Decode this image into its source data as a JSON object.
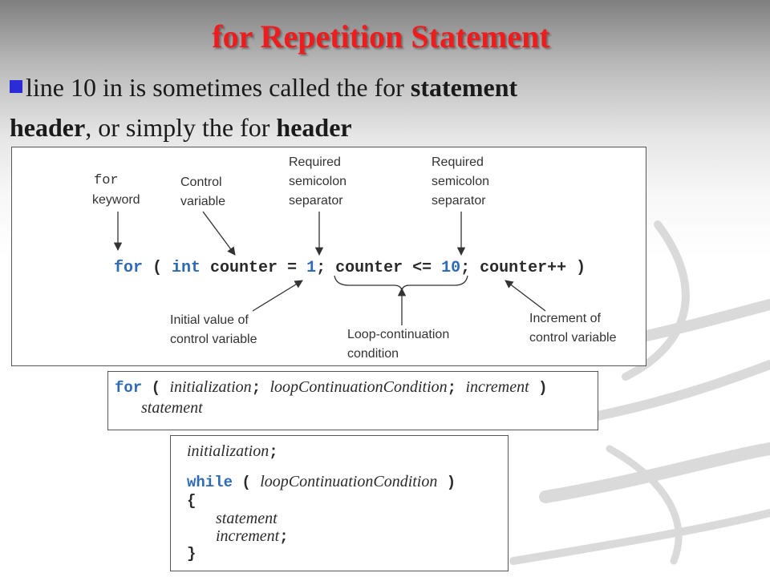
{
  "slide": {
    "title": "for Repetition Statement",
    "bullet": {
      "p1": "line 10 in is sometimes called the for ",
      "b1": "statement",
      "b2": "header",
      "p2": ", or simply the for ",
      "b3": "header"
    }
  },
  "diagram": {
    "labels": {
      "for_keyword_1": "for",
      "for_keyword_2": "keyword",
      "control_variable": "Control\nvariable",
      "required_sep_1": "Required\nsemicolon\nseparator",
      "required_sep_2": "Required\nsemicolon\nseparator",
      "initial_value": "Initial value of\ncontrol variable",
      "loop_condition": "Loop-continuation\ncondition",
      "increment": "Increment of\ncontrol variable"
    },
    "code": {
      "kw_for": "for",
      "open": " ( ",
      "kw_int": "int",
      "mid1": " counter = ",
      "num1": "1",
      "mid2": "; counter <= ",
      "num2": "10",
      "mid3": "; counter++ )"
    }
  },
  "general_form": {
    "kw_for": "for",
    "open": " ( ",
    "init": "initialization",
    "semi1": "; ",
    "cond": "loopContinuationCondition",
    "semi2": "; ",
    "inc": "increment",
    "close": " )",
    "stmt": "statement"
  },
  "while_form": {
    "init": "initialization",
    "semi": ";",
    "kw_while": "while",
    "open": " ( ",
    "cond": "loopContinuationCondition",
    "close": " )",
    "brace_open": "{",
    "stmt": "statement",
    "inc": "increment",
    "inc_semi": ";",
    "brace_close": "}"
  }
}
